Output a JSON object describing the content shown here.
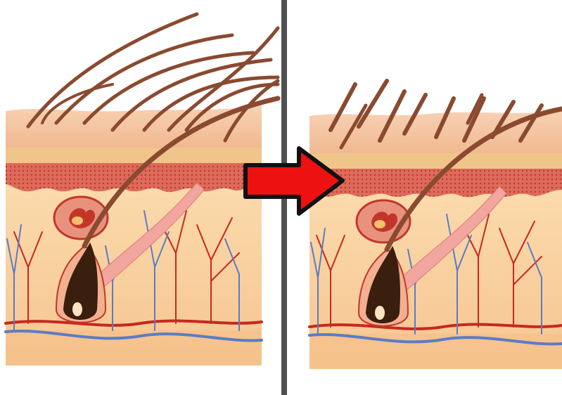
{
  "figure": {
    "panels": [
      {
        "id": "before",
        "hair_state": "long"
      },
      {
        "id": "after",
        "hair_state": "short"
      }
    ],
    "divider_color": "#505050",
    "arrow": {
      "color": "#ee1111",
      "outline": "#111111",
      "direction": "right"
    },
    "colors": {
      "background": "#ffffff",
      "skin_surface": "#f4c2a0",
      "skin_band": "#f1c99b",
      "dermis_red": "#d65f50",
      "subcutis": "#fbd7a3",
      "fat_layer": "#f5c08a",
      "hair": "#8a4a30",
      "follicle_bulb": "#3a1e0e",
      "artery": "#c8281e",
      "vein": "#5a7cc6",
      "gland": "#c2362a"
    }
  }
}
